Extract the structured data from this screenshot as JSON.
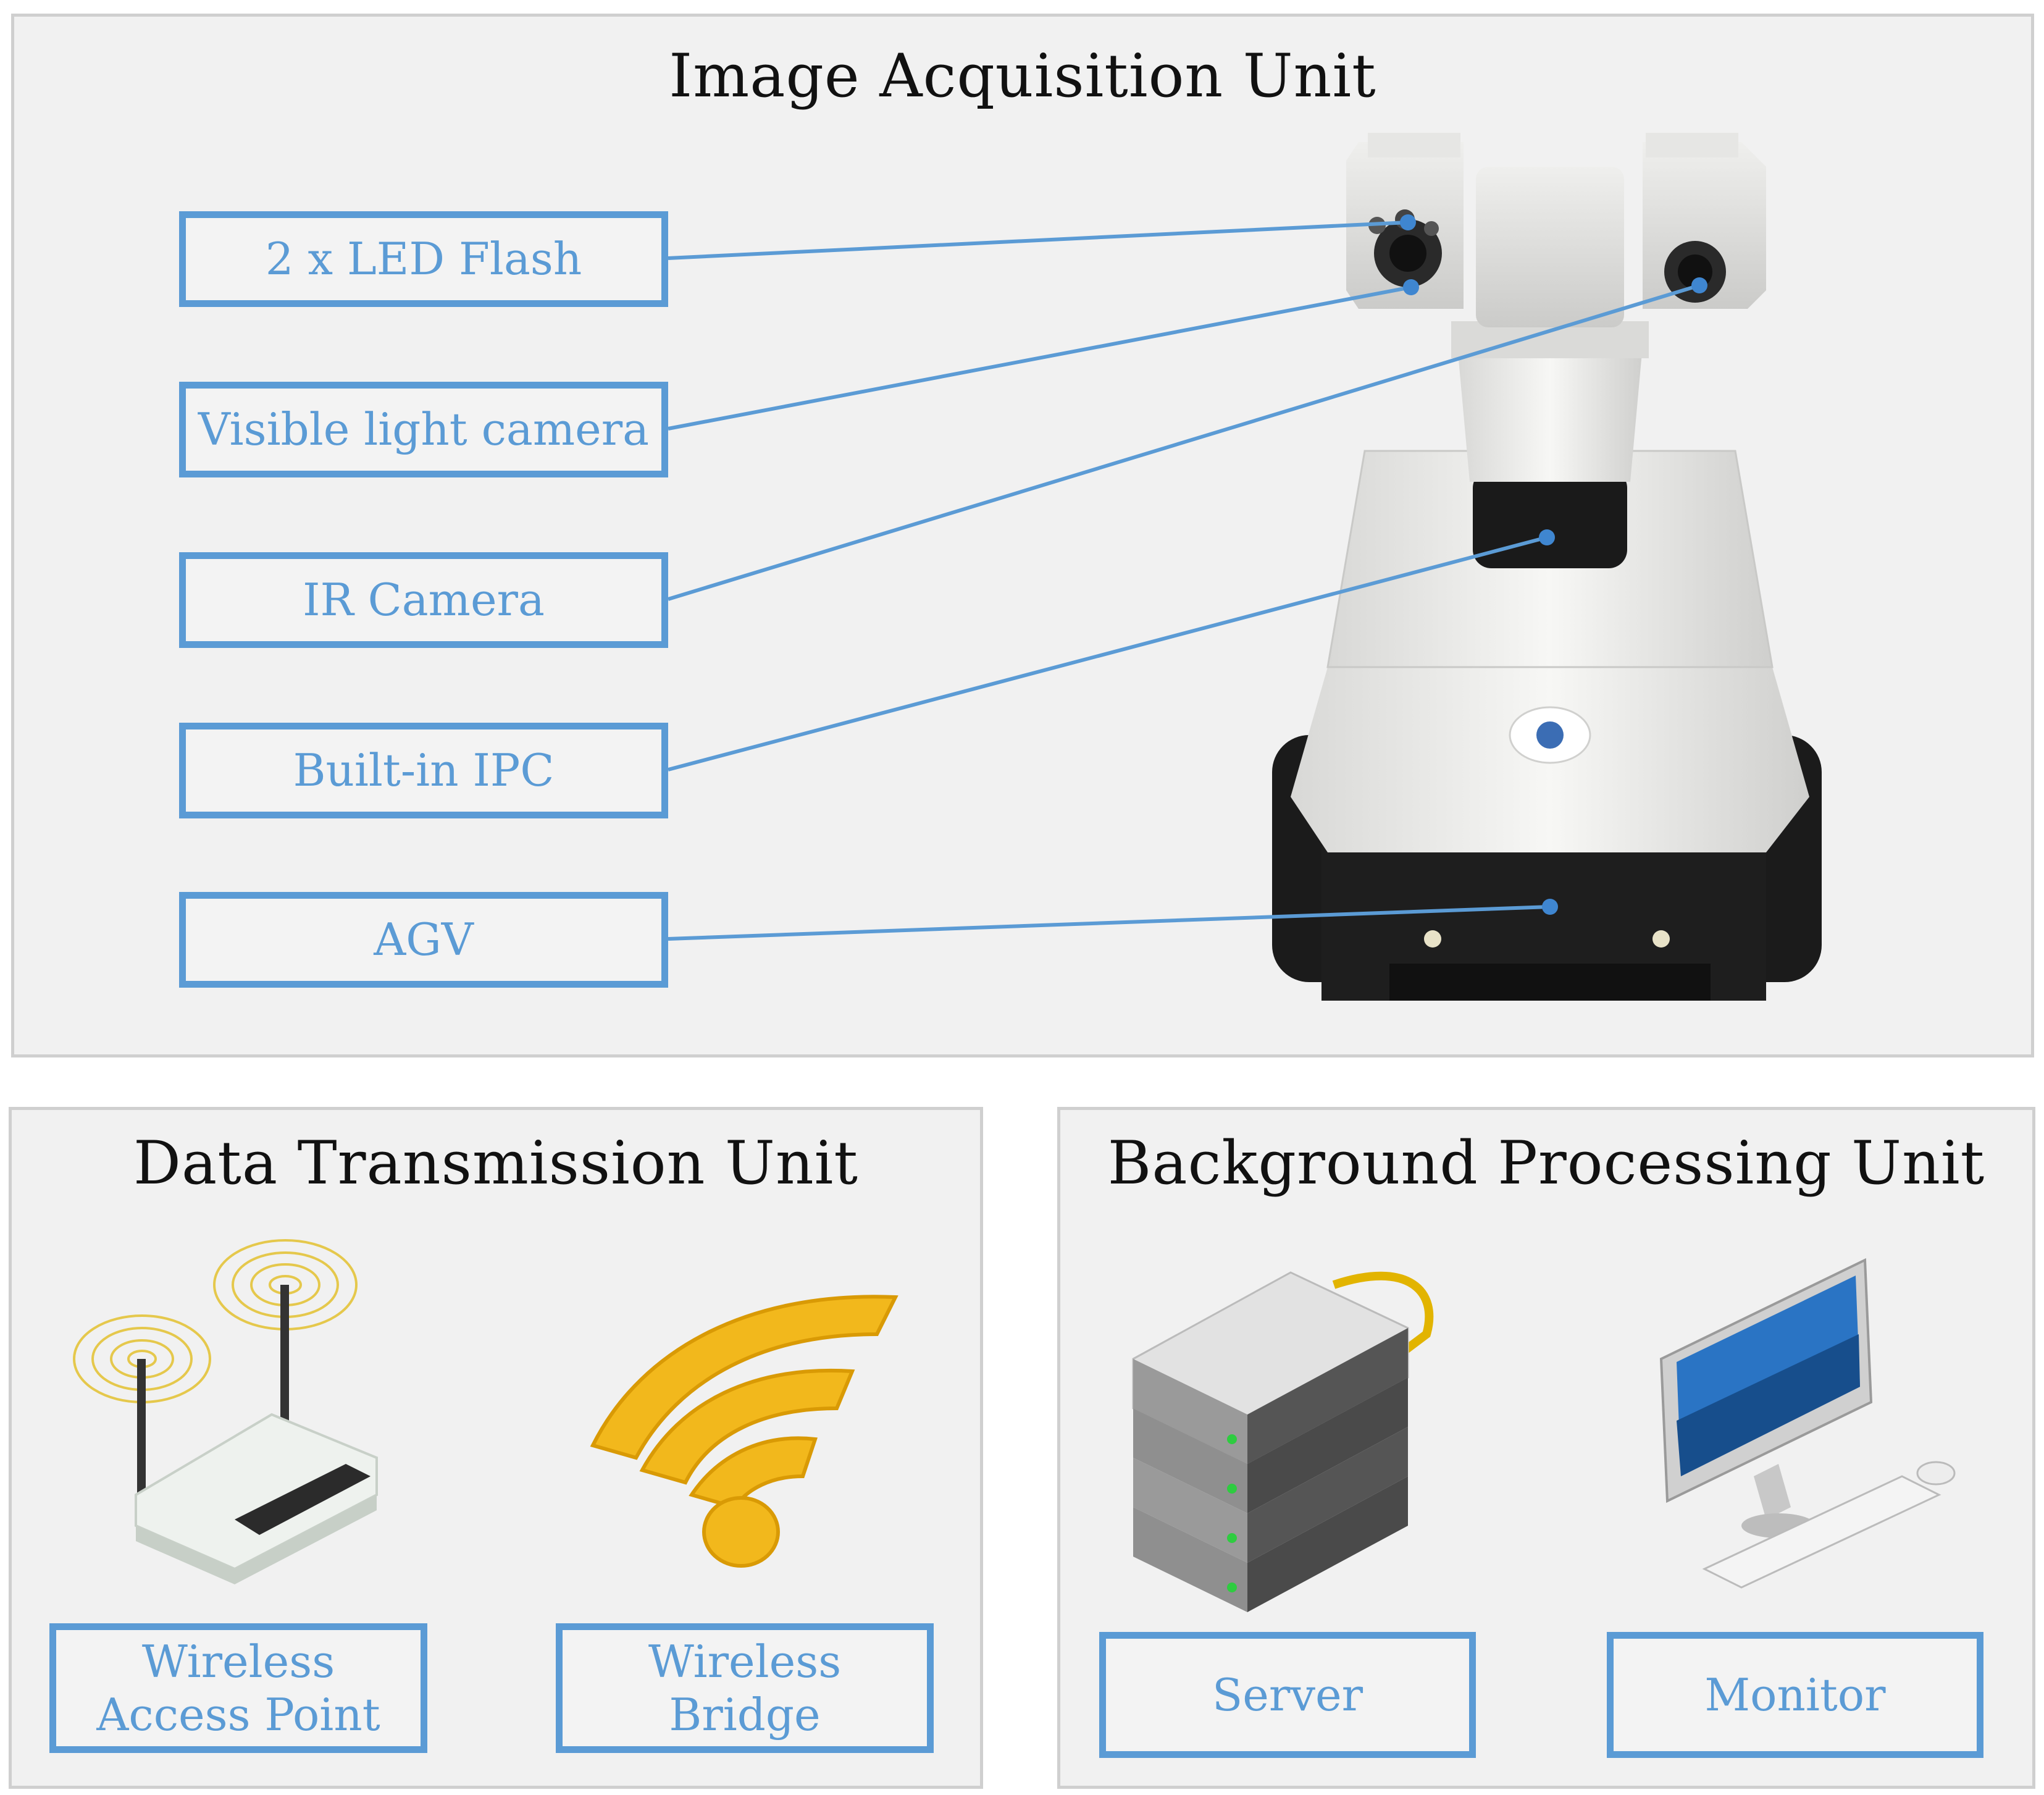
{
  "image_acquisition": {
    "title": "Image Acquisition Unit",
    "labels": [
      "2 x LED Flash",
      "Visible light camera",
      "IR Camera",
      "Built-in IPC",
      "AGV"
    ]
  },
  "data_transmission": {
    "title": "Data Transmission Unit",
    "labels": [
      [
        "Wireless",
        "Access Point"
      ],
      [
        "Wireless",
        "Bridge"
      ]
    ]
  },
  "background_processing": {
    "title": "Background Processing Unit",
    "labels": [
      "Server",
      "Monitor"
    ]
  },
  "colors": {
    "accent_blue": "#5b9bd5",
    "panel_bg": "#f1f1f1",
    "panel_border": "#cfcfcf",
    "wifi_gold": "#f2b81c"
  },
  "icons": [
    "robot-agv-image",
    "wireless-router-icon",
    "wifi-signal-icon",
    "server-rack-icon",
    "desktop-computer-icon"
  ]
}
